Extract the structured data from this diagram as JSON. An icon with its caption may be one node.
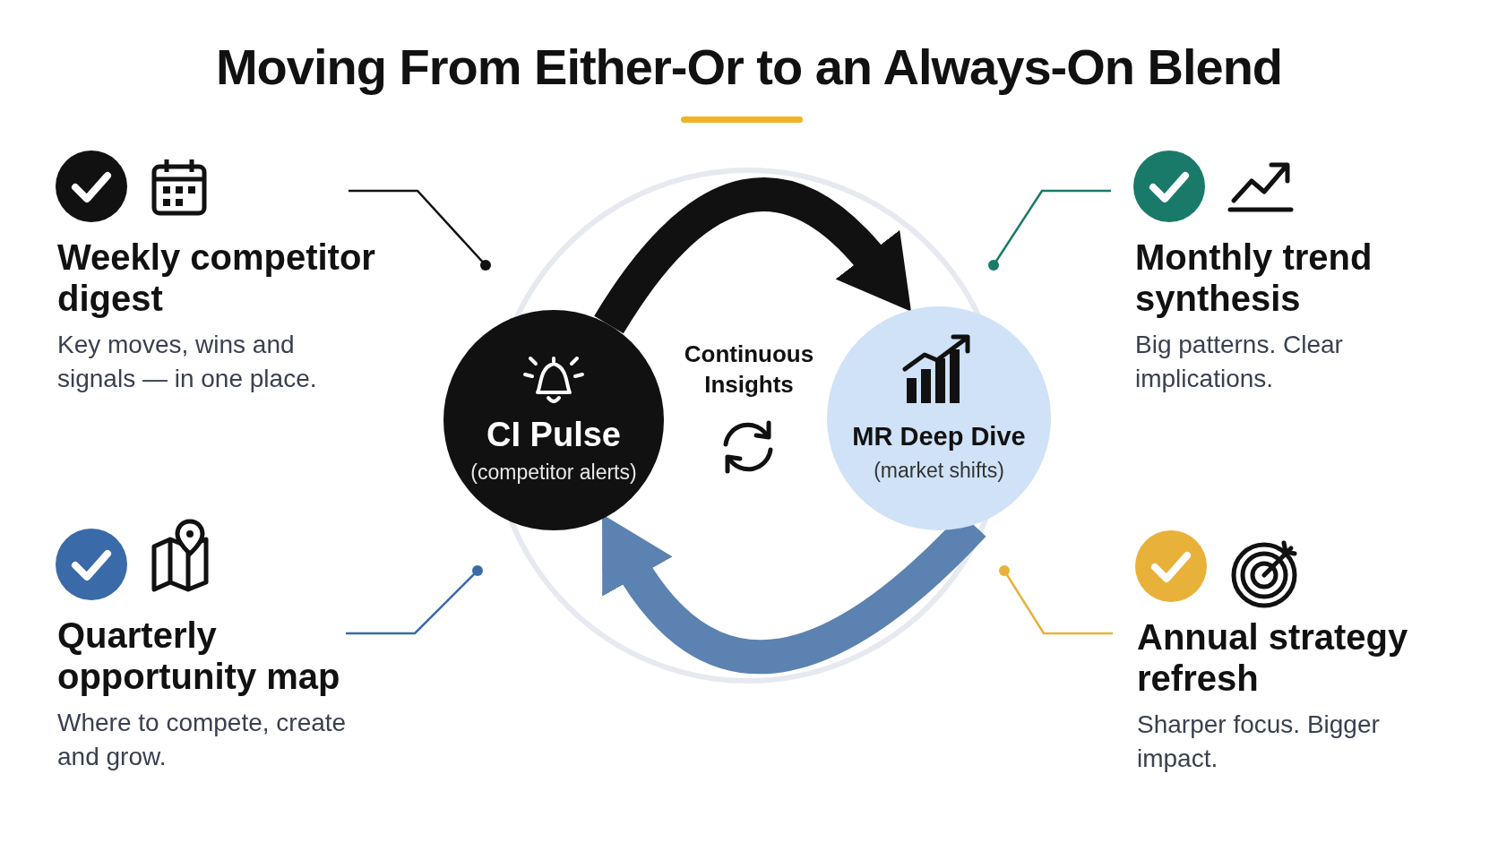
{
  "diagram": {
    "title": "Moving From Either-Or to an Always-On Blend",
    "nodes": [
      {
        "text": [
          "CI Pulse",
          "(competitor alerts)"
        ]
      },
      {
        "text": [
          "MR Deep Dive",
          "(market shifts)"
        ]
      },
      {
        "text": [
          "Weekly competitor digest",
          "Key moves, wins and signals — in one place."
        ]
      },
      {
        "text": [
          "Monthly trend synthesis",
          "Big patterns. Clear implications."
        ]
      },
      {
        "text": [
          "Quarterly opportunity map",
          "Where to compete, create and grow."
        ]
      },
      {
        "text": [
          "Annual strategy refresh",
          "Sharper focus. Bigger impact."
        ]
      }
    ],
    "edges": [
      {
        "from": 0,
        "to": 1,
        "arrow": "to",
        "style": "thick",
        "color": "#111111"
      },
      {
        "from": 1,
        "to": 0,
        "arrow": "to",
        "style": "thick",
        "color": "#5b82b0"
      },
      {
        "from": 2,
        "to": null,
        "arrow": "other",
        "color": "#111111"
      },
      {
        "from": 3,
        "to": null,
        "arrow": "other",
        "color": "#1a7a6a"
      },
      {
        "from": 4,
        "to": null,
        "arrow": "other",
        "color": "#3b6aa8"
      },
      {
        "from": 5,
        "to": null,
        "arrow": "other",
        "color": "#e8b23a"
      }
    ],
    "labels": [
      "Continuous Insights"
    ]
  }
}
